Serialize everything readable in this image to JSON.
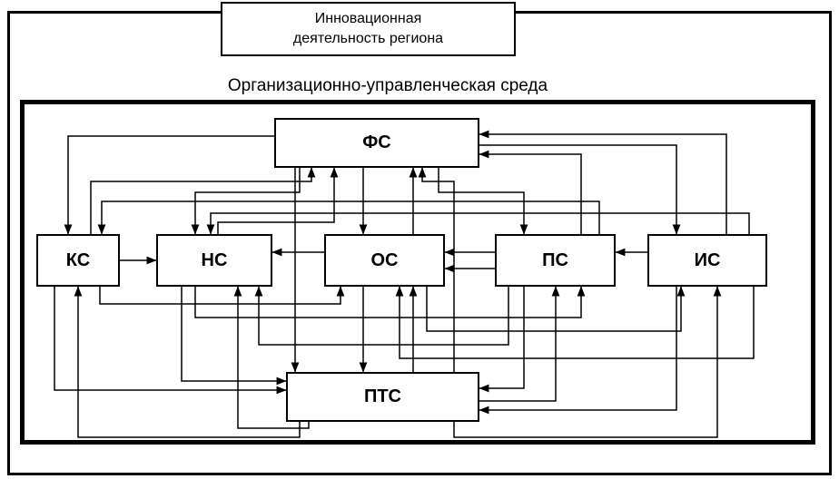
{
  "title_box": {
    "line1": "Инновационная",
    "line2": "деятельность региона"
  },
  "environment_label": "Организационно-управленческая среда",
  "nodes": {
    "fs": {
      "label": "ФС"
    },
    "ks": {
      "label": "КС"
    },
    "ns": {
      "label": "НС"
    },
    "os": {
      "label": "ОС"
    },
    "ps": {
      "label": "ПС"
    },
    "is": {
      "label": "ИС"
    },
    "pts": {
      "label": "ПТС"
    }
  },
  "edges": [
    {
      "from": "ФС",
      "to": "КС"
    },
    {
      "from": "КС",
      "to": "ФС"
    },
    {
      "from": "ФС",
      "to": "НС"
    },
    {
      "from": "НС",
      "to": "ФС"
    },
    {
      "from": "ФС",
      "to": "ОС"
    },
    {
      "from": "ОС",
      "to": "ФС"
    },
    {
      "from": "ФС",
      "to": "ПС"
    },
    {
      "from": "ПС",
      "to": "ФС"
    },
    {
      "from": "ФС",
      "to": "ИС"
    },
    {
      "from": "ИС",
      "to": "ФС"
    },
    {
      "from": "ФС",
      "to": "ПТС"
    },
    {
      "from": "ПТС",
      "to": "ФС"
    },
    {
      "from": "КС",
      "to": "НС"
    },
    {
      "from": "ОС",
      "to": "НС"
    },
    {
      "from": "ПС",
      "to": "ОС"
    },
    {
      "from": "ПС",
      "to": "ОС"
    },
    {
      "from": "ИС",
      "to": "ПС"
    },
    {
      "from": "КС",
      "to": "ОС"
    },
    {
      "from": "НС",
      "to": "ПС"
    },
    {
      "from": "ОС",
      "to": "ИС"
    },
    {
      "from": "ПС",
      "to": "НС"
    },
    {
      "from": "ИС",
      "to": "ОС"
    },
    {
      "from": "ПС",
      "to": "КС"
    },
    {
      "from": "ИС",
      "to": "НС"
    },
    {
      "from": "КС",
      "to": "ПТС"
    },
    {
      "from": "ПТС",
      "to": "КС"
    },
    {
      "from": "НС",
      "to": "ПТС"
    },
    {
      "from": "ПТС",
      "to": "НС"
    },
    {
      "from": "ОС",
      "to": "ПТС"
    },
    {
      "from": "ПТС",
      "to": "ОС"
    },
    {
      "from": "ПС",
      "to": "ПТС"
    },
    {
      "from": "ПТС",
      "to": "ПС"
    },
    {
      "from": "ИС",
      "to": "ПТС"
    },
    {
      "from": "ПТС",
      "to": "ИС"
    }
  ],
  "colors": {
    "line": "#000000",
    "box_border": "#000000",
    "background": "#ffffff"
  }
}
